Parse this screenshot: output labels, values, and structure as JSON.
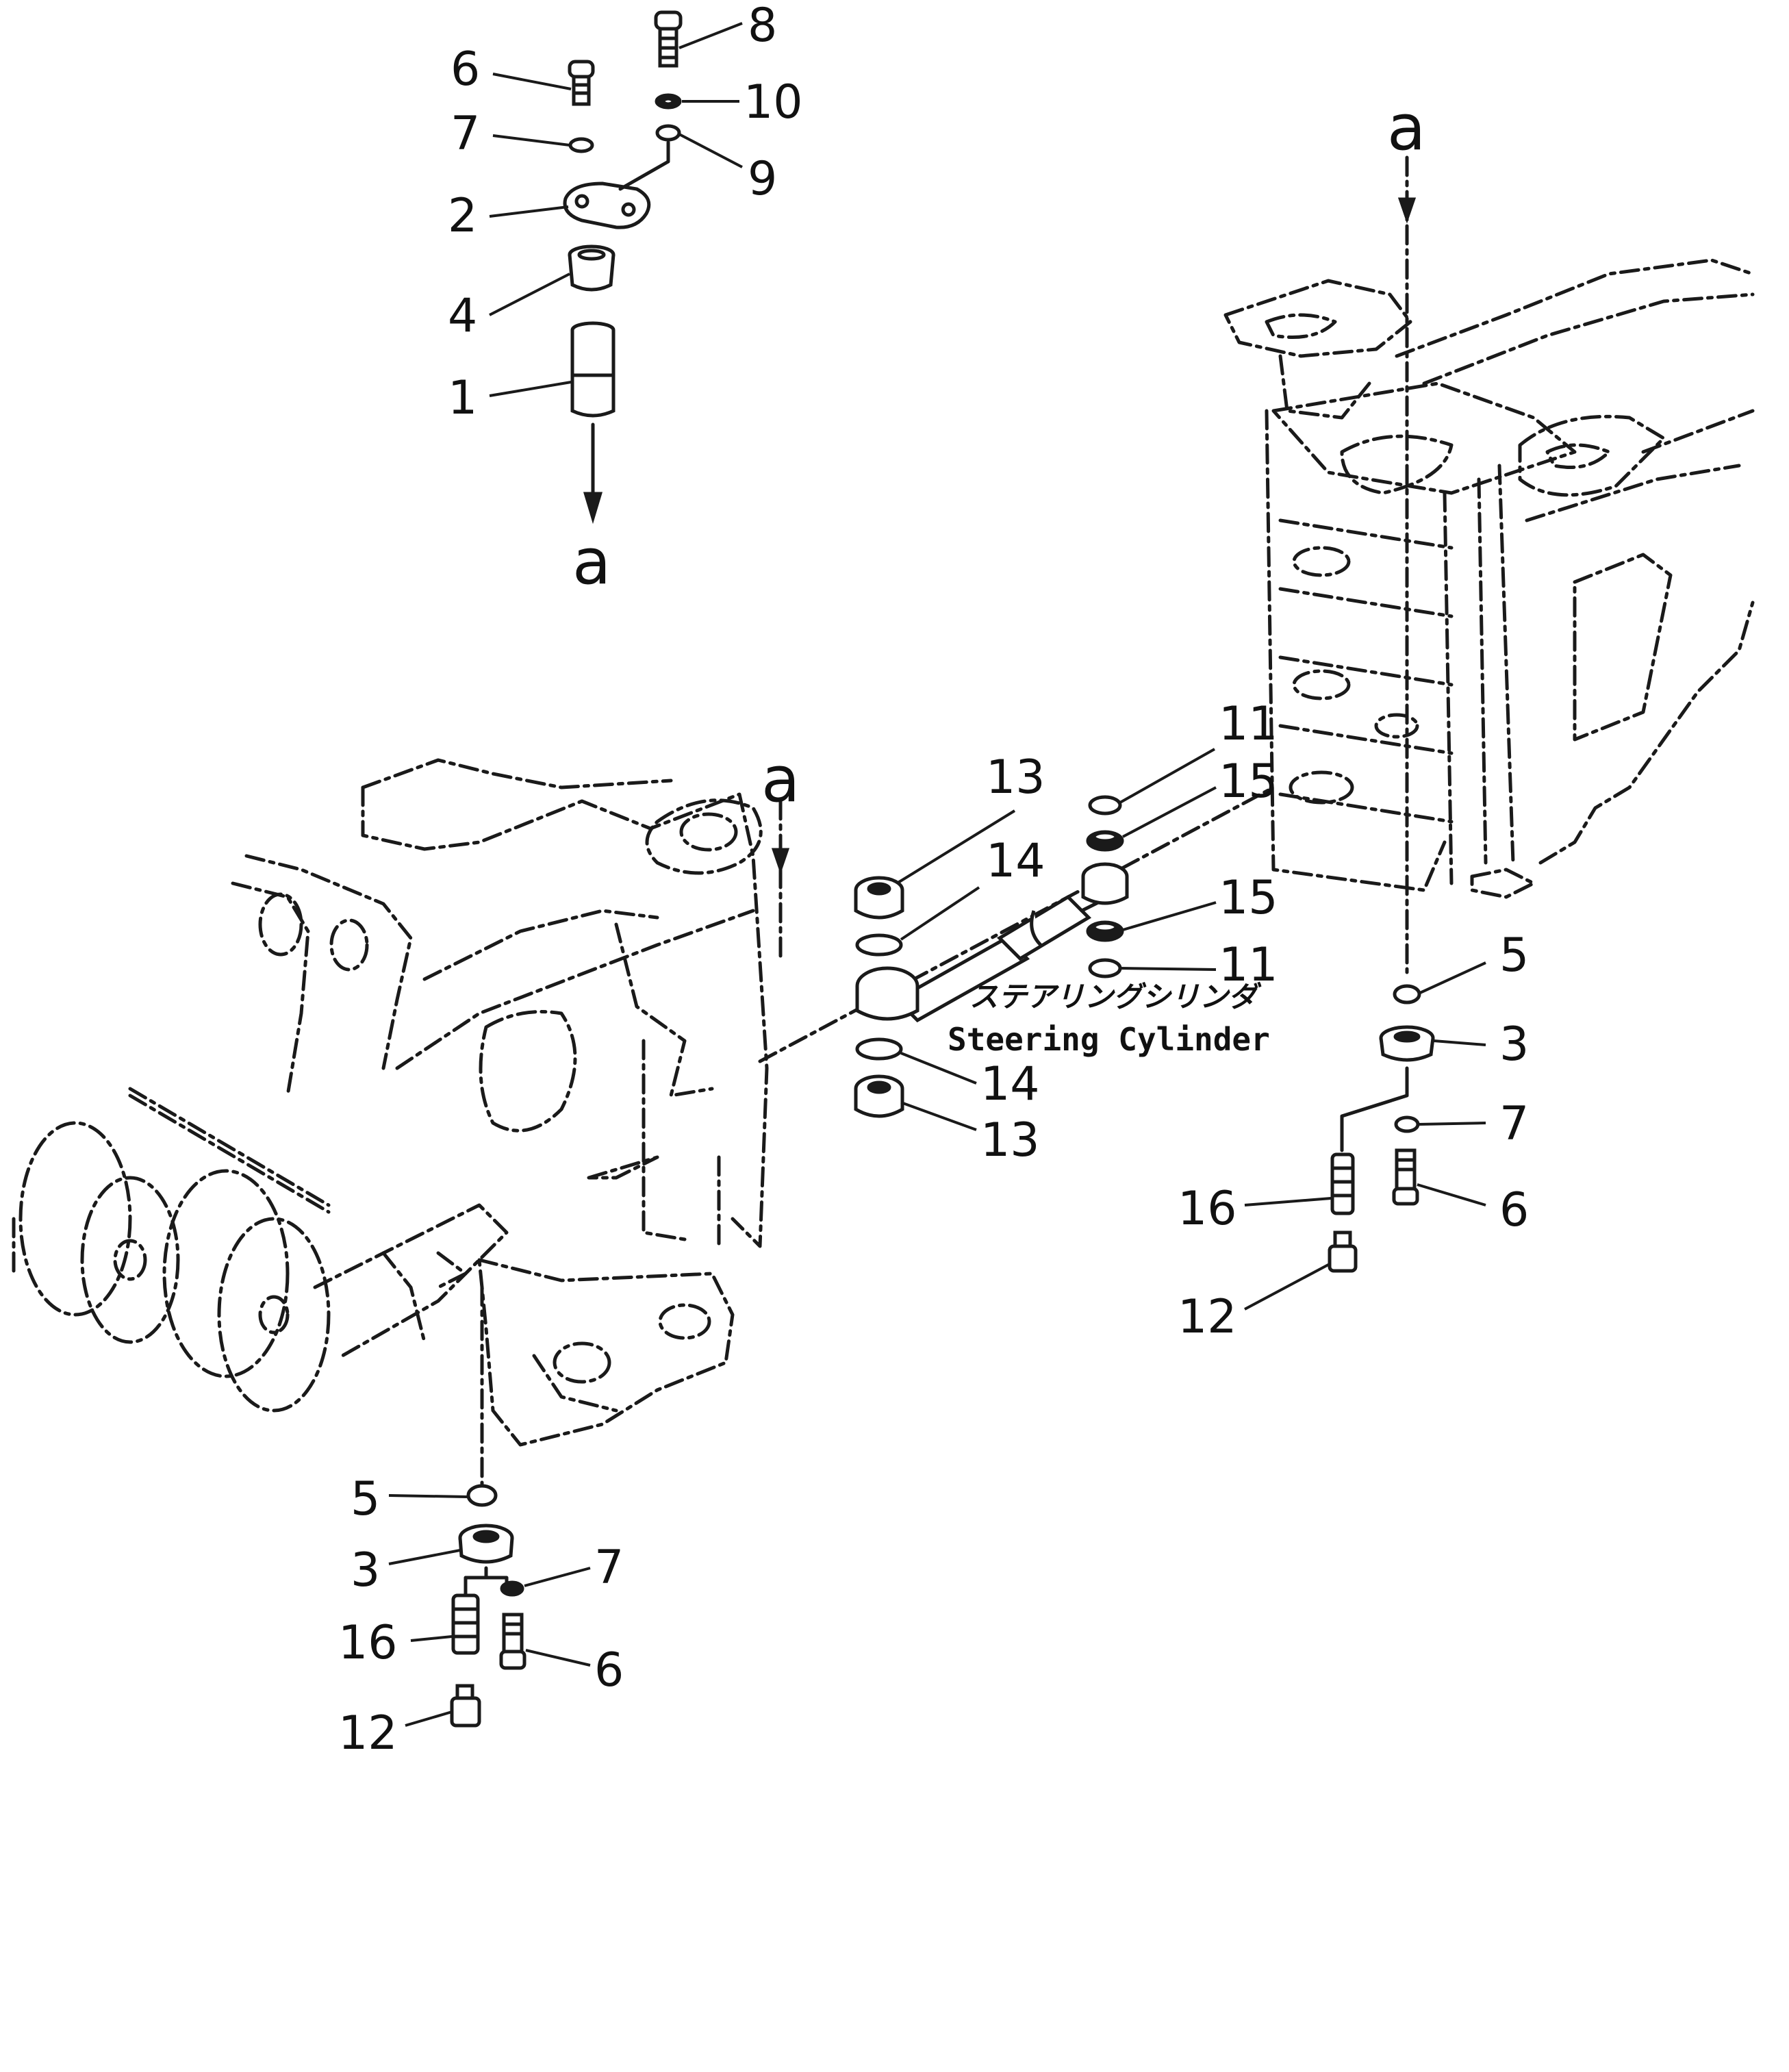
{
  "callouts": {
    "top_6": "6",
    "top_7": "7",
    "top_2": "2",
    "top_4": "4",
    "top_1": "1",
    "top_8": "8",
    "top_10": "10",
    "top_9": "9",
    "mid_13a": "13",
    "mid_14a": "14",
    "mid_11a": "11",
    "mid_15a": "15",
    "mid_15b": "15",
    "mid_11b": "11",
    "mid_14b": "14",
    "mid_13b": "13",
    "right_5": "5",
    "right_3": "3",
    "right_7": "7",
    "right_16": "16",
    "right_6": "6",
    "right_12": "12",
    "left_5": "5",
    "left_3": "3",
    "left_7": "7",
    "left_16": "16",
    "left_6": "6",
    "left_12": "12"
  },
  "ref_letters": {
    "top_a": "a",
    "right_a": "a",
    "left_a": "a"
  },
  "cylinder_caption": {
    "japanese": "ステアリングシリンダ",
    "english": "Steering Cylinder"
  }
}
